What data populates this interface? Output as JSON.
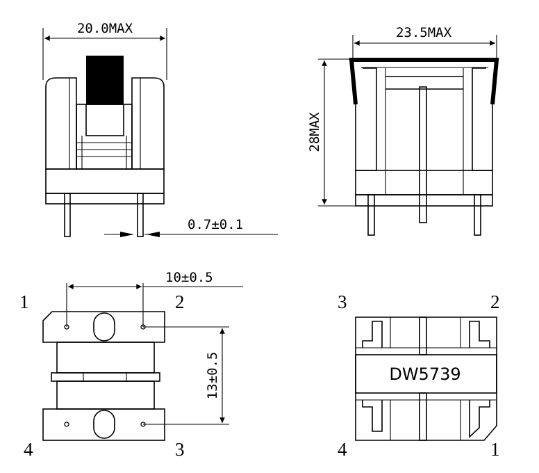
{
  "dimensions": {
    "width_front": "20.0MAX",
    "width_side": "23.5MAX",
    "height_side": "28MAX",
    "pin_diameter": "0.7±0.1",
    "pin_spacing_horizontal": "10±0.5",
    "pin_spacing_vertical": "13±0.5"
  },
  "bottom_view": {
    "pins": {
      "top_left": "1",
      "top_right": "2",
      "bottom_left": "4",
      "bottom_right": "3"
    }
  },
  "top_view": {
    "pins": {
      "top_left": "3",
      "top_right": "2",
      "bottom_left": "4",
      "bottom_right": "1"
    },
    "marking": "DW5739"
  }
}
